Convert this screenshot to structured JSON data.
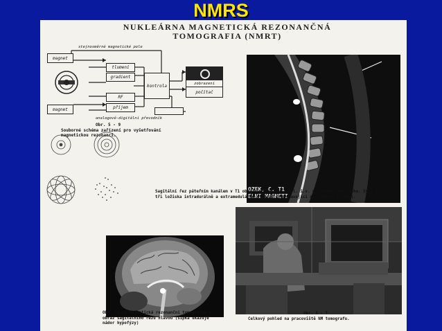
{
  "slide": {
    "title": "NMRS"
  },
  "document": {
    "title_line1": "NUKLEÁRNA MAGNETICKÁ REZONANČNÁ",
    "title_line2": "TOMOGRAFIA (NMRT)"
  },
  "schematic": {
    "top_label": "stejnosměrné magnetické pole",
    "magnet_top": "magnet",
    "magnet_bottom": "magnet",
    "blocks": [
      "tlumení",
      "gradient",
      "RF",
      "příjem"
    ],
    "kontrola": "kontrola",
    "zobrazeni": "zobrazení",
    "pocitac": "počítač",
    "adc": "analogově-digitální převodník",
    "figure_no": "Obr. 5 - 9",
    "caption_line1": "Souborné schéma zařízení pro vyšetřování",
    "caption_line2": "magnetickou rezonancí."
  },
  "spine": {
    "overlay_line1": "OZEK, C. T1",
    "overlay_line2": "ELNI MAGNETI",
    "caption_line1": "Sagitální řez páteřním kanálem v T1 obraze po aplikaci k.l. i.v. u těhotné nemocného. Sytí se",
    "caption_line2": "tři ložiska intradurálně a extramedulárně uložená představující meningeomy (šipky)."
  },
  "head": {
    "caption_line1": "Obr. 12.28 Magnetická rezonanční tomografie —",
    "caption_line2": "obraz sagitálního řezu hlavou (šipka ukazuje",
    "caption_line3": "nádor hypofýzy)"
  },
  "workstation": {
    "figure_no": "Obr. 5 - 7",
    "caption": "Celkový pohled na pracoviště NM tomografu."
  }
}
